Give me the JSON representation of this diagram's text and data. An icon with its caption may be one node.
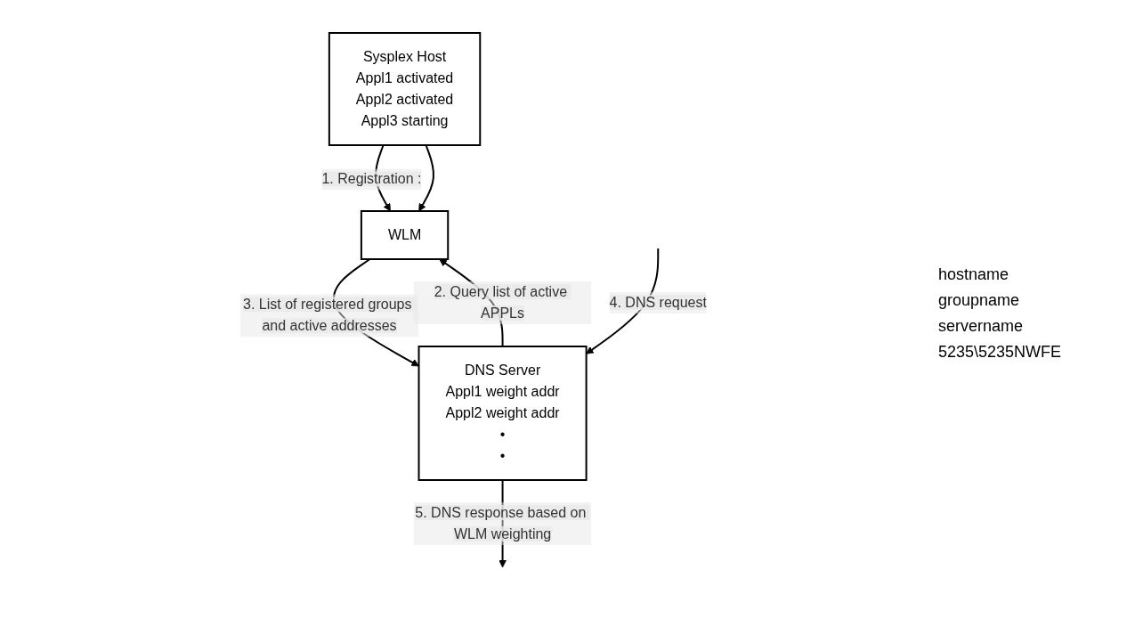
{
  "diagram": {
    "nodes": [
      {
        "text": [
          "Sysplex Host",
          "Appl1 activated",
          "Appl2 activated",
          "Appl3 starting"
        ]
      },
      {
        "text": [
          "DNS Server",
          "Appl1 weight addr",
          "Appl2 weight addr",
          "•",
          "•"
        ]
      },
      {
        "text": [
          "WLM"
        ]
      }
    ],
    "edges": [
      {
        "from": 0,
        "to": 2,
        "arrow": "to",
        "label": "1. Registration :"
      },
      {
        "from": 0,
        "to": 2,
        "arrow": "to"
      },
      {
        "from": 1,
        "to": 2,
        "arrow": "to",
        "label": "2. Query list of active APPLs"
      },
      {
        "from": 2,
        "to": 1,
        "arrow": "to",
        "label": "3. List of registered groups and active addresses"
      },
      {
        "from": null,
        "to": 1,
        "arrow": "to",
        "label": "4. DNS request"
      },
      {
        "from": 1,
        "to": null,
        "arrow": "to",
        "label": "5. DNS response based on WLM weighting"
      }
    ],
    "labels": [
      "hostname",
      "groupname",
      "servername",
      "5235\\5235NWFE"
    ]
  }
}
